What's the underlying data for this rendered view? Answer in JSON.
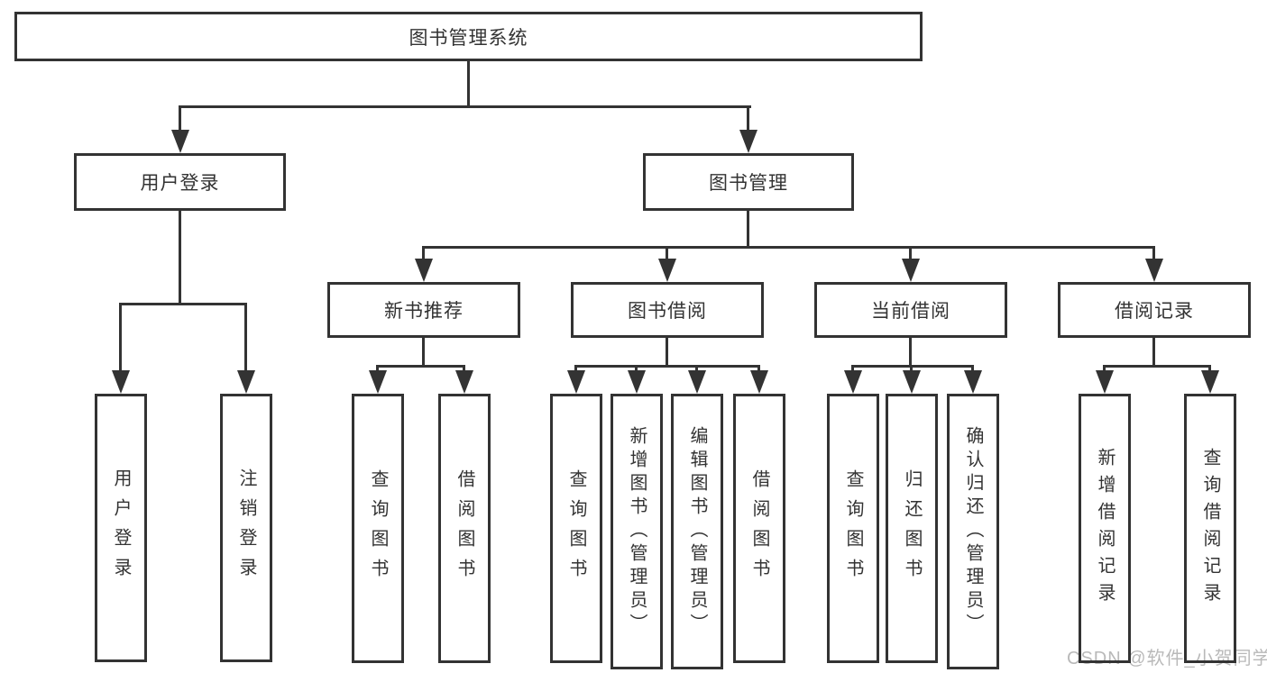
{
  "colors": {
    "line": "#333333",
    "text": "#333333",
    "background": "#ffffff",
    "watermark": "#b9b9b9"
  },
  "tree": {
    "root": {
      "label": "图书管理系统"
    },
    "branches": [
      {
        "label": "用户登录",
        "leaves": [
          {
            "label": "用户登录"
          },
          {
            "label": "注销登录"
          }
        ]
      },
      {
        "label": "图书管理",
        "groups": [
          {
            "label": "新书推荐",
            "leaves": [
              {
                "label": "查询图书"
              },
              {
                "label": "借阅图书"
              }
            ]
          },
          {
            "label": "图书借阅",
            "leaves": [
              {
                "label": "查询图书"
              },
              {
                "label": "新增图书（管理员）"
              },
              {
                "label": "编辑图书（管理员）"
              },
              {
                "label": "借阅图书"
              }
            ]
          },
          {
            "label": "当前借阅",
            "leaves": [
              {
                "label": "查询图书"
              },
              {
                "label": "归还图书"
              },
              {
                "label": "确认归还（管理员）"
              }
            ]
          },
          {
            "label": "借阅记录",
            "leaves": [
              {
                "label": "新增借阅记录"
              },
              {
                "label": "查询借阅记录"
              }
            ]
          }
        ]
      }
    ]
  },
  "watermark": {
    "text": "CSDN @软件_小贺同学"
  }
}
